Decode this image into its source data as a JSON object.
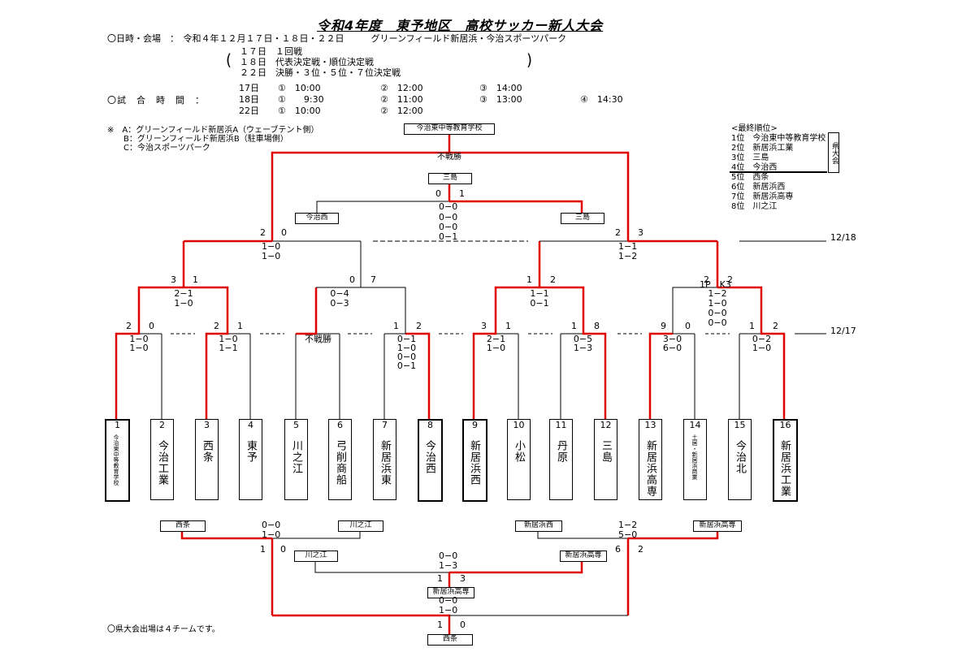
{
  "title": "令和4年度　東予地区　高校サッカー新人大会",
  "header": {
    "venue_label": "〇日時・会場　：　令和４年１２月１７日・１８日・２２日　　　グリーンフィールド新居浜・今治スポーツパーク",
    "days": [
      "１７日　１回戦",
      "１８日　代表決定戦・順位決定戦",
      "２２日　決勝・３位・５位・７位決定戦"
    ],
    "time_label": "〇試　合　時　間　：",
    "times": [
      [
        "17日",
        "①　10:00",
        "②　12:00",
        "③　14:00",
        ""
      ],
      [
        "18日",
        "①　　9:30",
        "②　11:00",
        "③　13:00",
        "④　14:30"
      ],
      [
        "22日",
        "①　10:00",
        "②　12:00",
        "",
        ""
      ]
    ],
    "notes": [
      "※　A：グリーンフィールド新居浜A（ウェーブテント側）",
      "　　B：グリーンフィールド新居浜B（駐車場側）",
      "　　C：今治スポーツパーク"
    ]
  },
  "ranking": {
    "label": "<最終順位>",
    "items": [
      "1位　今治東中等教育学校",
      "2位　新居浜工業",
      "3位　三島",
      "4位　今治西",
      "5位　西条",
      "6位　新居浜西",
      "7位　新居浜高専",
      "8位　川之江"
    ],
    "prefectural": "県大会"
  },
  "dates": {
    "d1218": "12/18",
    "d1217": "12/17"
  },
  "final": {
    "champion": "今治東中等教育学校",
    "walkover": "不戦勝",
    "third_place": "三島",
    "third_score": [
      "0",
      "1"
    ],
    "left_semi_team": "今治西",
    "right_semi_team": "三島",
    "pk_scores": [
      "0−0",
      "0−0",
      "0−0",
      "0−1"
    ]
  },
  "r2": {
    "left": {
      "score": [
        "2",
        "0"
      ],
      "sets": [
        "1−0",
        "1−0"
      ]
    },
    "right": {
      "score": [
        "2",
        "3"
      ],
      "sets": [
        "1−1",
        "1−2"
      ]
    }
  },
  "r1": [
    {
      "score": [
        "3",
        "1"
      ],
      "sets": [
        "2−1",
        "1−0"
      ]
    },
    {
      "score": [
        "0",
        "7"
      ],
      "sets": [
        "0−4",
        "0−3"
      ]
    },
    {
      "score": [
        "1",
        "2"
      ],
      "sets": [
        "1−1",
        "0−1"
      ]
    },
    {
      "score": [
        "2",
        "2"
      ],
      "pk": "1P　K3",
      "sets": [
        "1−2",
        "1−0",
        "0−0",
        "0−0"
      ]
    }
  ],
  "r0": [
    {
      "score": [
        "2",
        "0"
      ],
      "sets": [
        "1−0",
        "1−0"
      ]
    },
    {
      "score": [
        "2",
        "1"
      ],
      "sets": [
        "1−0",
        "1−1"
      ]
    },
    {
      "score": [
        "",
        ""
      ],
      "sets": [
        "不戦勝"
      ]
    },
    {
      "score": [
        "1",
        "2"
      ],
      "sets": [
        "0−1",
        "1−0",
        "0−0",
        "0−1"
      ]
    },
    {
      "score": [
        "3",
        "1"
      ],
      "sets": [
        "2−1",
        "1−0"
      ]
    },
    {
      "score": [
        "1",
        "8"
      ],
      "sets": [
        "0−5",
        "1−3"
      ]
    },
    {
      "score": [
        "9",
        "0"
      ],
      "sets": [
        "3−0",
        "6−0"
      ]
    },
    {
      "score": [
        "1",
        "2"
      ],
      "sets": [
        "0−2",
        "1−0"
      ]
    }
  ],
  "teams": [
    {
      "no": "1",
      "name": "今治東中等教育学校"
    },
    {
      "no": "2",
      "name": "今治工業"
    },
    {
      "no": "3",
      "name": "西条"
    },
    {
      "no": "4",
      "name": "東予"
    },
    {
      "no": "5",
      "name": "川之江"
    },
    {
      "no": "6",
      "name": "弓削商船"
    },
    {
      "no": "7",
      "name": "新居浜東"
    },
    {
      "no": "8",
      "name": "今治西"
    },
    {
      "no": "9",
      "name": "新居浜西"
    },
    {
      "no": "10",
      "name": "小松"
    },
    {
      "no": "11",
      "name": "丹原"
    },
    {
      "no": "12",
      "name": "三島"
    },
    {
      "no": "13",
      "name": "新居浜高専"
    },
    {
      "no": "14",
      "name": "土居・新居浜商業"
    },
    {
      "no": "15",
      "name": "今治北"
    },
    {
      "no": "16",
      "name": "新居浜工業"
    }
  ],
  "consolation": {
    "l_top_left": "西条",
    "l_top_right": "川之江",
    "l_scores": [
      "0−0",
      "1−0"
    ],
    "l_result": [
      "1",
      "0"
    ],
    "r_top_left": "新居浜西",
    "r_top_right": "新居浜高専",
    "r_scores": [
      "1−2",
      "5−0"
    ],
    "r_result": [
      "6",
      "2"
    ],
    "mid_left": "川之江",
    "mid_right": "新居浜高専",
    "mid_scores": [
      "0−0",
      "1−3"
    ],
    "mid_result": [
      "1",
      "3"
    ],
    "seventh": "新居浜高専",
    "fifth_scores": [
      "0−0",
      "1−0"
    ],
    "fifth_result": [
      "1",
      "0"
    ],
    "fifth": "西条"
  },
  "footer": "〇県大会出場は４チームです。",
  "colors": {
    "win": "#e00000",
    "line": "#000000"
  }
}
